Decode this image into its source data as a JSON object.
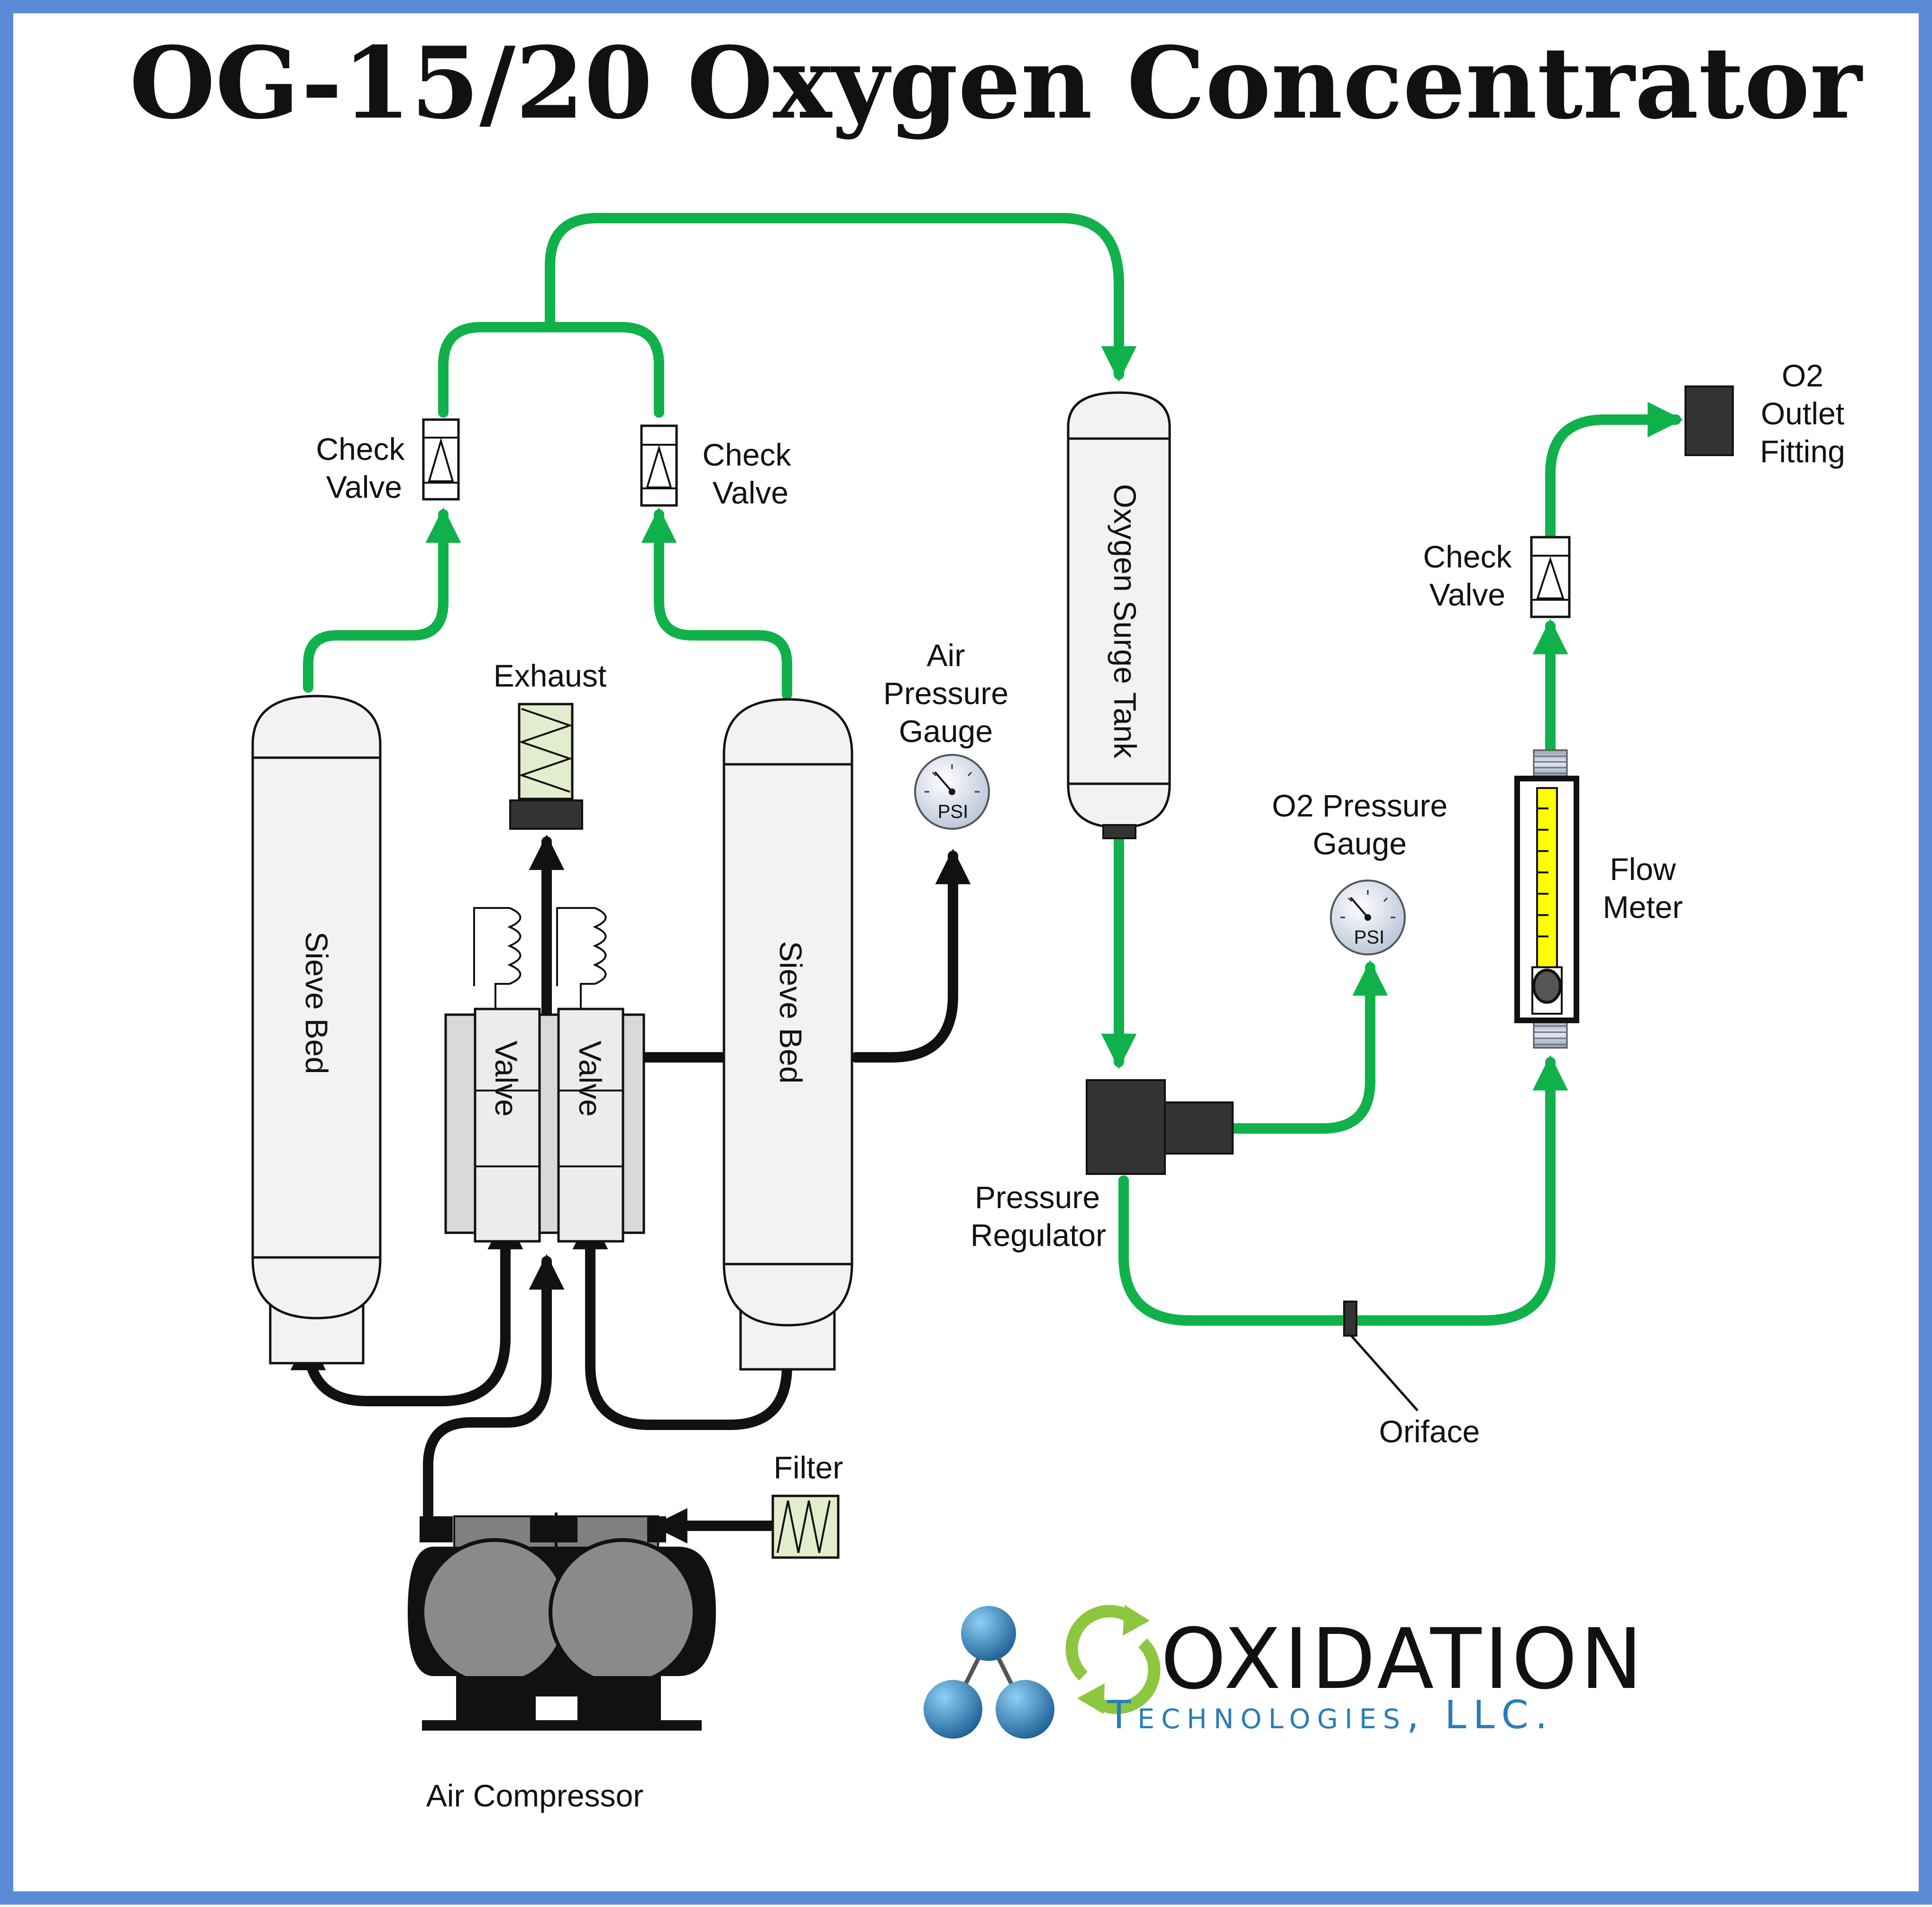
{
  "title": "OG-15/20 Oxygen Concentrator",
  "labels": {
    "check_valve_left_1": "Check",
    "check_valve_left_2": "Valve",
    "check_valve_mid_1": "Check",
    "check_valve_mid_2": "Valve",
    "check_valve_right_1": "Check",
    "check_valve_right_2": "Valve",
    "exhaust": "Exhaust",
    "air_gauge_1": "Air",
    "air_gauge_2": "Pressure",
    "air_gauge_3": "Gauge",
    "sieve_bed": "Sieve Bed",
    "valve": "Valve",
    "surge_tank": "Oxygen Surge Tank",
    "o2_gauge_1": "O2 Pressure",
    "o2_gauge_2": "Gauge",
    "psi": "PSI",
    "pressure_regulator_1": "Pressure",
    "pressure_regulator_2": "Regulator",
    "flow_meter_1": "Flow",
    "flow_meter_2": "Meter",
    "o2_outlet_1": "O2",
    "o2_outlet_2": "Outlet",
    "o2_outlet_3": "Fitting",
    "oriface": "Oriface",
    "filter": "Filter",
    "air_compressor": "Air Compressor"
  },
  "logo": {
    "name": "OXIDATION",
    "subtitle": "Technologies, LLC."
  },
  "colors": {
    "frame": "#5b8bd6",
    "oxygen_line": "#10b14b",
    "air_line": "#111111",
    "tank_fill": "#f2f2f2",
    "flow_scale": "#ffff00",
    "logo_blue": "#2a7db8",
    "logo_green": "#8dc63f"
  }
}
